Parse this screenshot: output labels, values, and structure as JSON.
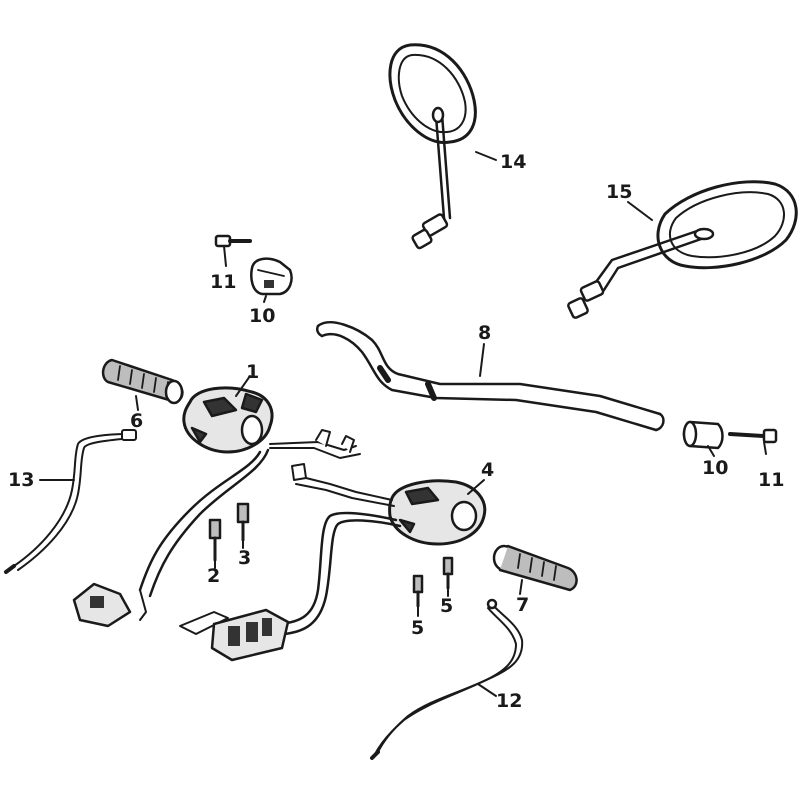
{
  "colors": {
    "stroke": "#1a1a1a",
    "fill_light": "#e6e6e6",
    "fill_mid": "#bdbdbd",
    "fill_dark": "#333333",
    "background": "#ffffff"
  },
  "callouts": [
    {
      "id": "callout-1",
      "number": "1",
      "part": "left-handlebar-switch"
    },
    {
      "id": "callout-2",
      "number": "2",
      "part": "screw"
    },
    {
      "id": "callout-3",
      "number": "3",
      "part": "screw"
    },
    {
      "id": "callout-4",
      "number": "4",
      "part": "right-handlebar-switch"
    },
    {
      "id": "callout-5a",
      "number": "5",
      "part": "screw"
    },
    {
      "id": "callout-5b",
      "number": "5",
      "part": "screw"
    },
    {
      "id": "callout-6",
      "number": "6",
      "part": "left-grip"
    },
    {
      "id": "callout-7",
      "number": "7",
      "part": "right-grip"
    },
    {
      "id": "callout-8",
      "number": "8",
      "part": "handlebar"
    },
    {
      "id": "callout-10a",
      "number": "10",
      "part": "bar-end-weight"
    },
    {
      "id": "callout-10b",
      "number": "10",
      "part": "bar-end-weight"
    },
    {
      "id": "callout-11a",
      "number": "11",
      "part": "bolt"
    },
    {
      "id": "callout-11b",
      "number": "11",
      "part": "bolt"
    },
    {
      "id": "callout-12",
      "number": "12",
      "part": "cable"
    },
    {
      "id": "callout-13",
      "number": "13",
      "part": "cable"
    },
    {
      "id": "callout-14",
      "number": "14",
      "part": "left-mirror"
    },
    {
      "id": "callout-15",
      "number": "15",
      "part": "right-mirror"
    }
  ]
}
